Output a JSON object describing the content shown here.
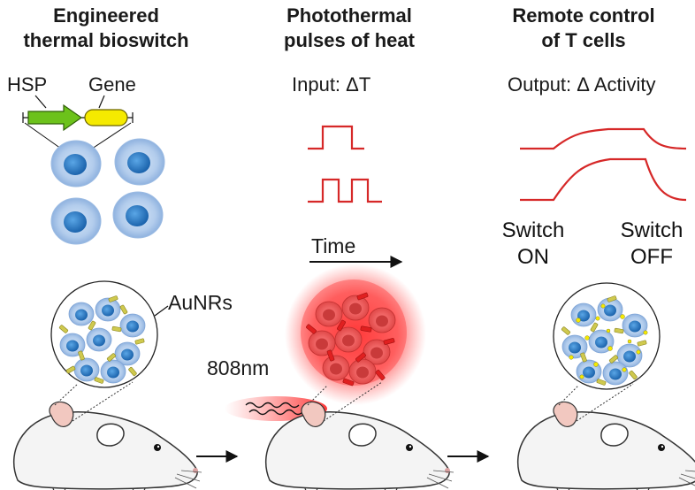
{
  "panels": [
    {
      "title_line1": "Engineered",
      "title_line2": "thermal bioswitch"
    },
    {
      "title_line1": "Photothermal",
      "title_line2": "pulses of heat"
    },
    {
      "title_line1": "Remote control",
      "title_line2": "of T cells"
    }
  ],
  "construct": {
    "promoter": "HSP",
    "gene": "Gene"
  },
  "input_label": "Input: ΔT",
  "output_label": "Output: Δ Activity",
  "time_label": "Time",
  "switch_on": {
    "line1": "Switch",
    "line2": "ON"
  },
  "switch_off": {
    "line1": "Switch",
    "line2": "OFF"
  },
  "nanorods_label": "AuNRs",
  "laser_label": "808nm",
  "colors": {
    "cell_fill": "#a9c8ec",
    "nucleus": "#2f7fc6",
    "promoter_arrow": "#6cc21b",
    "gene_box": "#f5ea00",
    "signal_line": "#d62828",
    "laser_glow": "#ff3030",
    "nanorod": "#c9c64d",
    "ear": "#f2c8c0"
  },
  "icons": [
    "mouse-icon",
    "t-cell-icon",
    "gold-nanorod-icon",
    "laser-beam-icon",
    "flow-arrow-icon"
  ]
}
